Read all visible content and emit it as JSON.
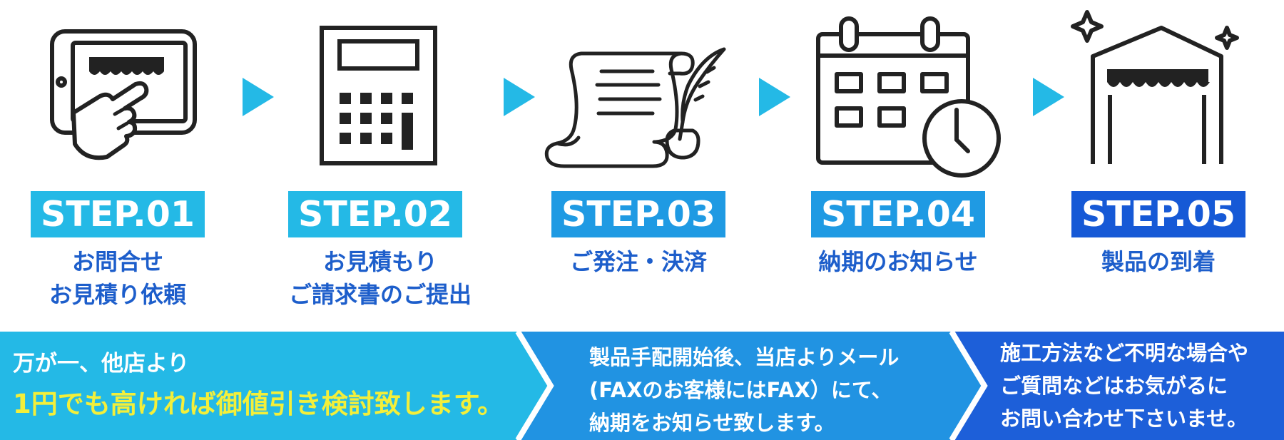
{
  "colors": {
    "badge_1": "#24b9e6",
    "badge_2": "#24b9e6",
    "badge_3": "#1f9ae3",
    "badge_4": "#1f9ae3",
    "badge_5": "#1659d6",
    "caption": "#1d5ecb",
    "arrow": "#24b9e6",
    "banner_1": "#24b9e6",
    "banner_2": "#2193e2",
    "banner_3": "#1d5fd9",
    "highlight": "#f3ef3a"
  },
  "steps": [
    {
      "label": "STEP.01",
      "icon": "tablet-touch-shop-icon",
      "caption": [
        "お問合せ",
        "お見積り依頼"
      ]
    },
    {
      "label": "STEP.02",
      "icon": "calculator-icon",
      "caption": [
        "お見積もり",
        "ご請求書のご提出"
      ]
    },
    {
      "label": "STEP.03",
      "icon": "scroll-quill-icon",
      "caption": [
        "ご発注・決済"
      ]
    },
    {
      "label": "STEP.04",
      "icon": "calendar-clock-icon",
      "caption": [
        "納期のお知らせ"
      ]
    },
    {
      "label": "STEP.05",
      "icon": "shop-sparkle-icon",
      "caption": [
        "製品の到着"
      ]
    }
  ],
  "banner": {
    "panel1": {
      "line1": "万が一、他店より",
      "line2": "1円でも高ければ御値引き検討致します。"
    },
    "panel2": {
      "lines": [
        "製品手配開始後、当店よりメール",
        "(FAXのお客様にはFAX）にて、",
        "納期をお知らせ致します。"
      ]
    },
    "panel3": {
      "lines": [
        "施工方法など不明な場合や",
        "ご質問などはお気がるに",
        "お問い合わせ下さいませ。"
      ]
    }
  }
}
